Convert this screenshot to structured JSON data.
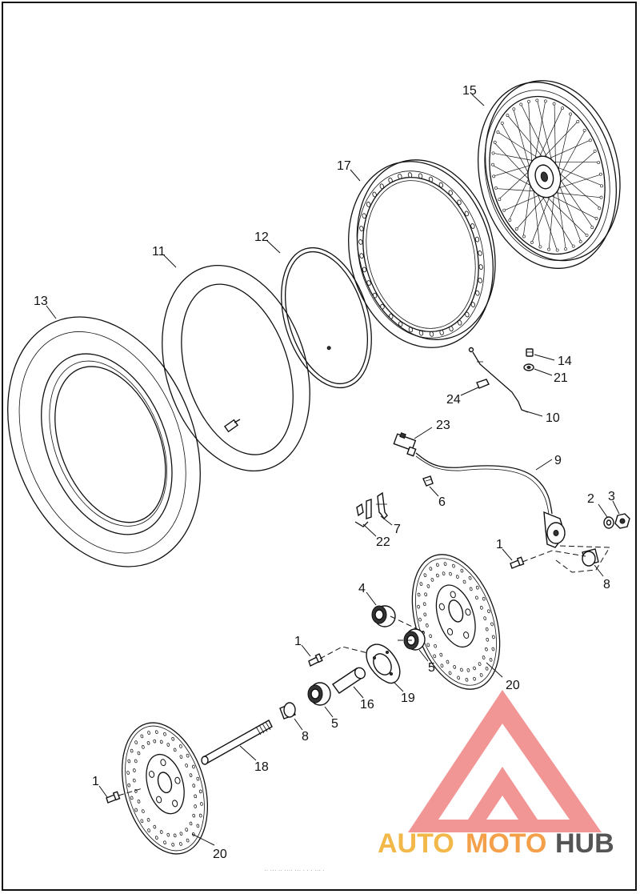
{
  "callouts": {
    "c1a": "1",
    "c1b": "1",
    "c1c": "1",
    "c2": "2",
    "c3": "3",
    "c4": "4",
    "c5a": "5",
    "c5b": "5",
    "c6": "6",
    "c7": "7",
    "c8a": "8",
    "c8b": "8",
    "c9": "9",
    "c10": "10",
    "c11": "11",
    "c12": "12",
    "c13": "13",
    "c14": "14",
    "c15": "15",
    "c16": "16",
    "c17": "17",
    "c18": "18",
    "c19": "19",
    "c20a": "20",
    "c20b": "20",
    "c21": "21",
    "c22": "22",
    "c23": "23",
    "c24": "24"
  },
  "watermark": {
    "auto": "AUTO",
    "moto": "MOTO",
    "hub": "HUB",
    "colors": {
      "logo_red": "#f08a8a",
      "auto_yellow": "#f3b84a",
      "moto_orange": "#f4a04a",
      "hub_gray": "#555555"
    }
  },
  "footer_faint_text": "·· ··· ·· ···· ···  · · · ··· ·"
}
